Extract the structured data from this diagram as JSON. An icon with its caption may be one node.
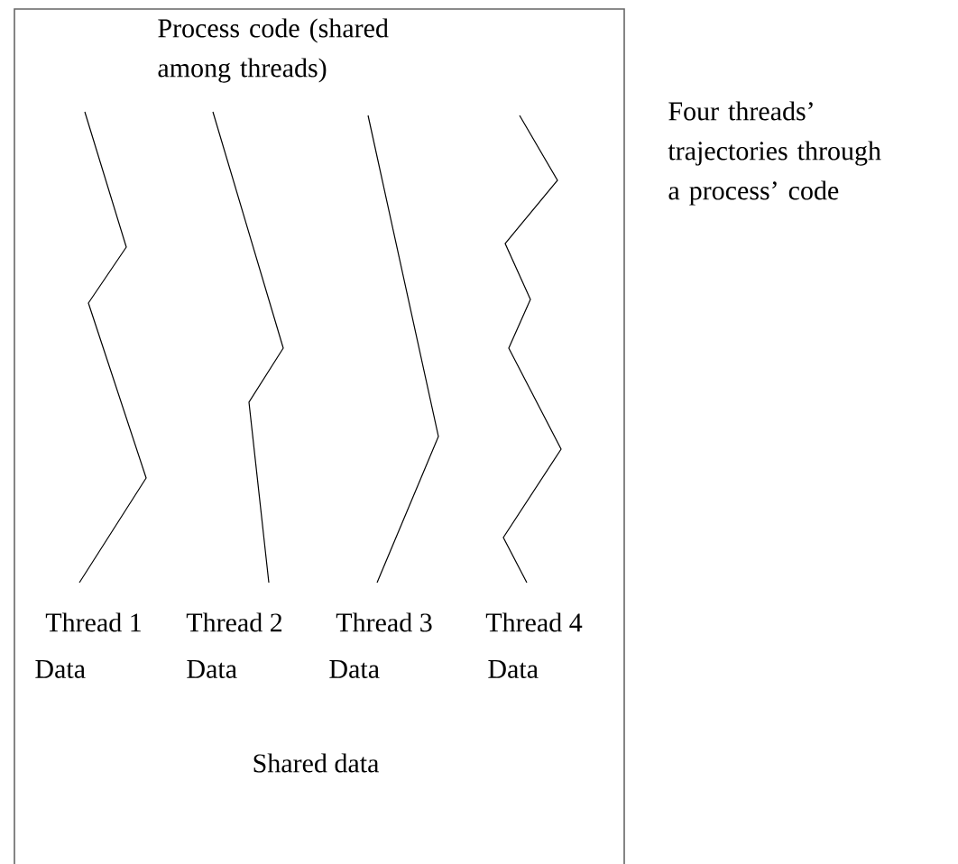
{
  "diagram": {
    "nodes": [
      {
        "text": [
          "Process code (shared among threads)",
          "Shared data"
        ]
      },
      {
        "text": [
          "Thread 1",
          "Data"
        ],
        "in": 0
      },
      {
        "text": [
          "Thread 2",
          "Data"
        ],
        "in": 0
      },
      {
        "text": [
          "Thread 3",
          "Data"
        ],
        "in": 0
      },
      {
        "text": [
          "Thread 4",
          "Data"
        ],
        "in": 0
      }
    ],
    "edges": [
      {
        "from": null,
        "to": 1,
        "arrow": "none"
      },
      {
        "from": null,
        "to": 2,
        "arrow": "none"
      },
      {
        "from": null,
        "to": 3,
        "arrow": "none"
      },
      {
        "from": null,
        "to": 4,
        "arrow": "none"
      }
    ],
    "labels": [
      "Four threads’ trajectories through a process’ code"
    ]
  }
}
